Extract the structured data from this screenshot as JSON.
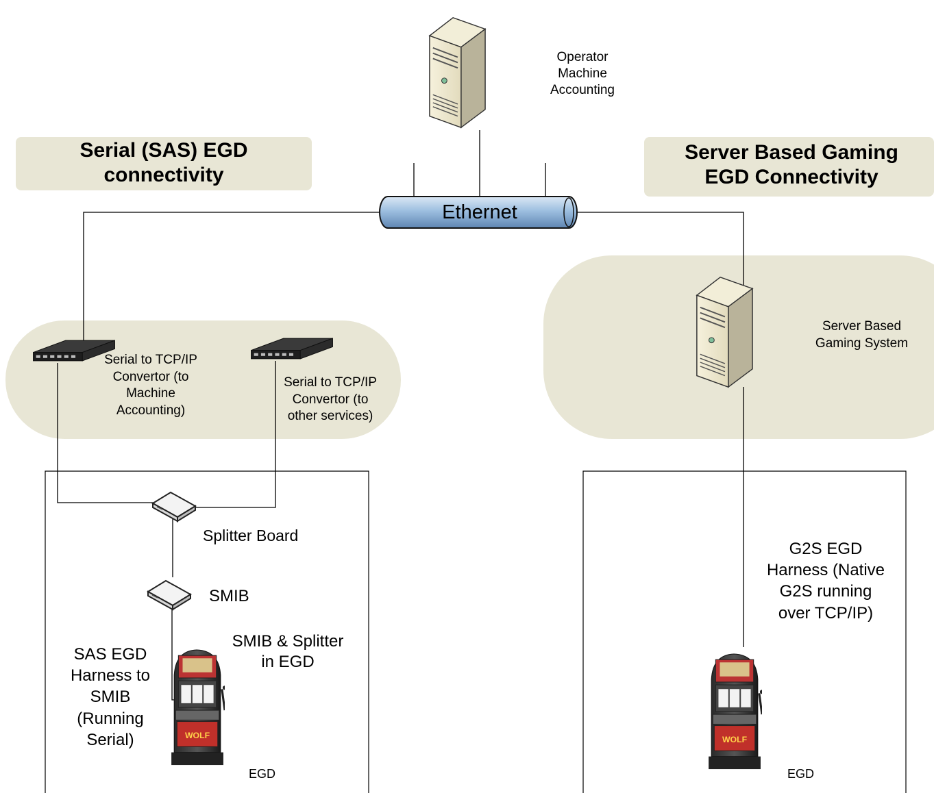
{
  "headers": {
    "serial": [
      "Serial (SAS) EGD",
      "connectivity"
    ],
    "sbg": [
      "Server Based Gaming",
      "EGD Connectivity"
    ]
  },
  "ethernet": "Ethernet",
  "operator": [
    "Operator",
    "Machine",
    "Accounting"
  ],
  "sbg_system": [
    "Server Based",
    "Gaming System"
  ],
  "converter_1": [
    "Serial to TCP/IP",
    "Convertor (to",
    "Machine",
    "Accounting)"
  ],
  "converter_2": [
    "Serial to TCP/IP",
    "Convertor (to",
    "other services)"
  ],
  "splitter": "Splitter Board",
  "smib": "SMIB",
  "smib_splitter": [
    "SMIB & Splitter",
    "in EGD"
  ],
  "sas_harness": [
    "SAS EGD",
    "Harness to",
    "SMIB",
    "(Running",
    "Serial)"
  ],
  "g2s_harness": [
    "G2S EGD",
    "Harness (Native",
    "G2S running",
    "over TCP/IP)"
  ],
  "egd_left": "EGD",
  "egd_right": "EGD",
  "icons": [
    "server-tower-icon",
    "network-converter-icon",
    "splitter-board-icon",
    "smib-device-icon",
    "slot-machine-icon"
  ],
  "colors": {
    "region_fill": "#e8e6d5",
    "ethernet_fill": "#9dbfe0",
    "line": "#000000"
  }
}
